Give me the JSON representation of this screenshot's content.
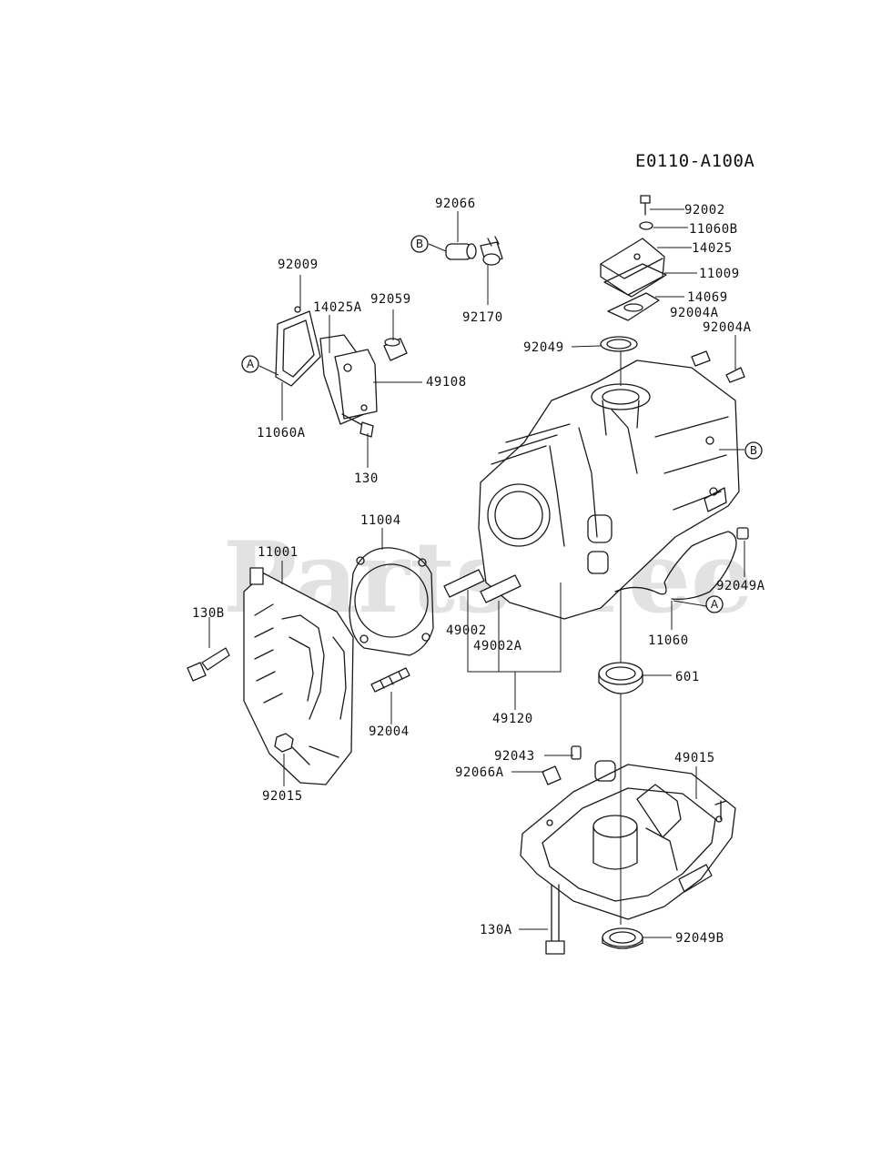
{
  "diagram": {
    "reference_code": "E0110-A100A",
    "watermark": "PartsTree",
    "callouts": {
      "a": "A",
      "b": "B"
    },
    "parts": {
      "p92066": "92066",
      "p92170": "92170",
      "p92009": "92009",
      "p14025A": "14025A",
      "p92059": "92059",
      "p49108": "49108",
      "p11060A": "11060A",
      "p130": "130",
      "p92002": "92002",
      "p11060B": "11060B",
      "p14025": "14025",
      "p11009": "11009",
      "p14069": "14069",
      "p92004A_1": "92004A",
      "p92004A_2": "92004A",
      "p92049": "92049",
      "p11004": "11004",
      "p11001": "11001",
      "p130B": "130B",
      "p92049A": "92049A",
      "p49002": "49002",
      "p49002A": "49002A",
      "p11060": "11060",
      "p601": "601",
      "p92004": "92004",
      "p49120": "49120",
      "p92015": "92015",
      "p49015": "49015",
      "p92043": "92043",
      "p92066A": "92066A",
      "p130A": "130A",
      "p92049B": "92049B"
    }
  }
}
